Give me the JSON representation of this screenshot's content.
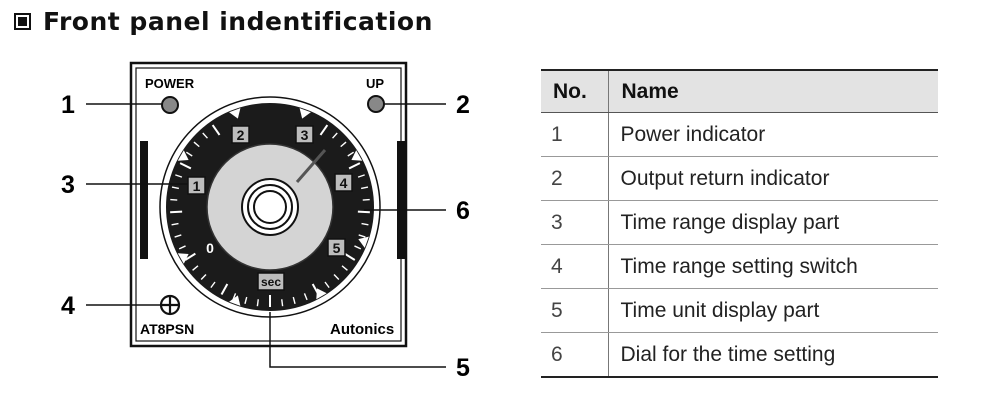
{
  "heading": {
    "title": "Front panel indentification"
  },
  "panel": {
    "power_label": "POWER",
    "up_label": "UP",
    "model": "AT8PSN",
    "brand": "Autonics",
    "zero_label": "0",
    "unit_label": "sec",
    "range_marks": [
      "1",
      "2",
      "3",
      "4",
      "5"
    ]
  },
  "callouts": [
    "1",
    "2",
    "3",
    "4",
    "5",
    "6"
  ],
  "table": {
    "headers": {
      "no": "No.",
      "name": "Name"
    },
    "rows": [
      {
        "no": "1",
        "name": "Power indicator"
      },
      {
        "no": "2",
        "name": "Output return indicator"
      },
      {
        "no": "3",
        "name": "Time range display part"
      },
      {
        "no": "4",
        "name": "Time range setting switch"
      },
      {
        "no": "5",
        "name": "Time unit display part"
      },
      {
        "no": "6",
        "name": "Dial for the time setting"
      }
    ]
  }
}
